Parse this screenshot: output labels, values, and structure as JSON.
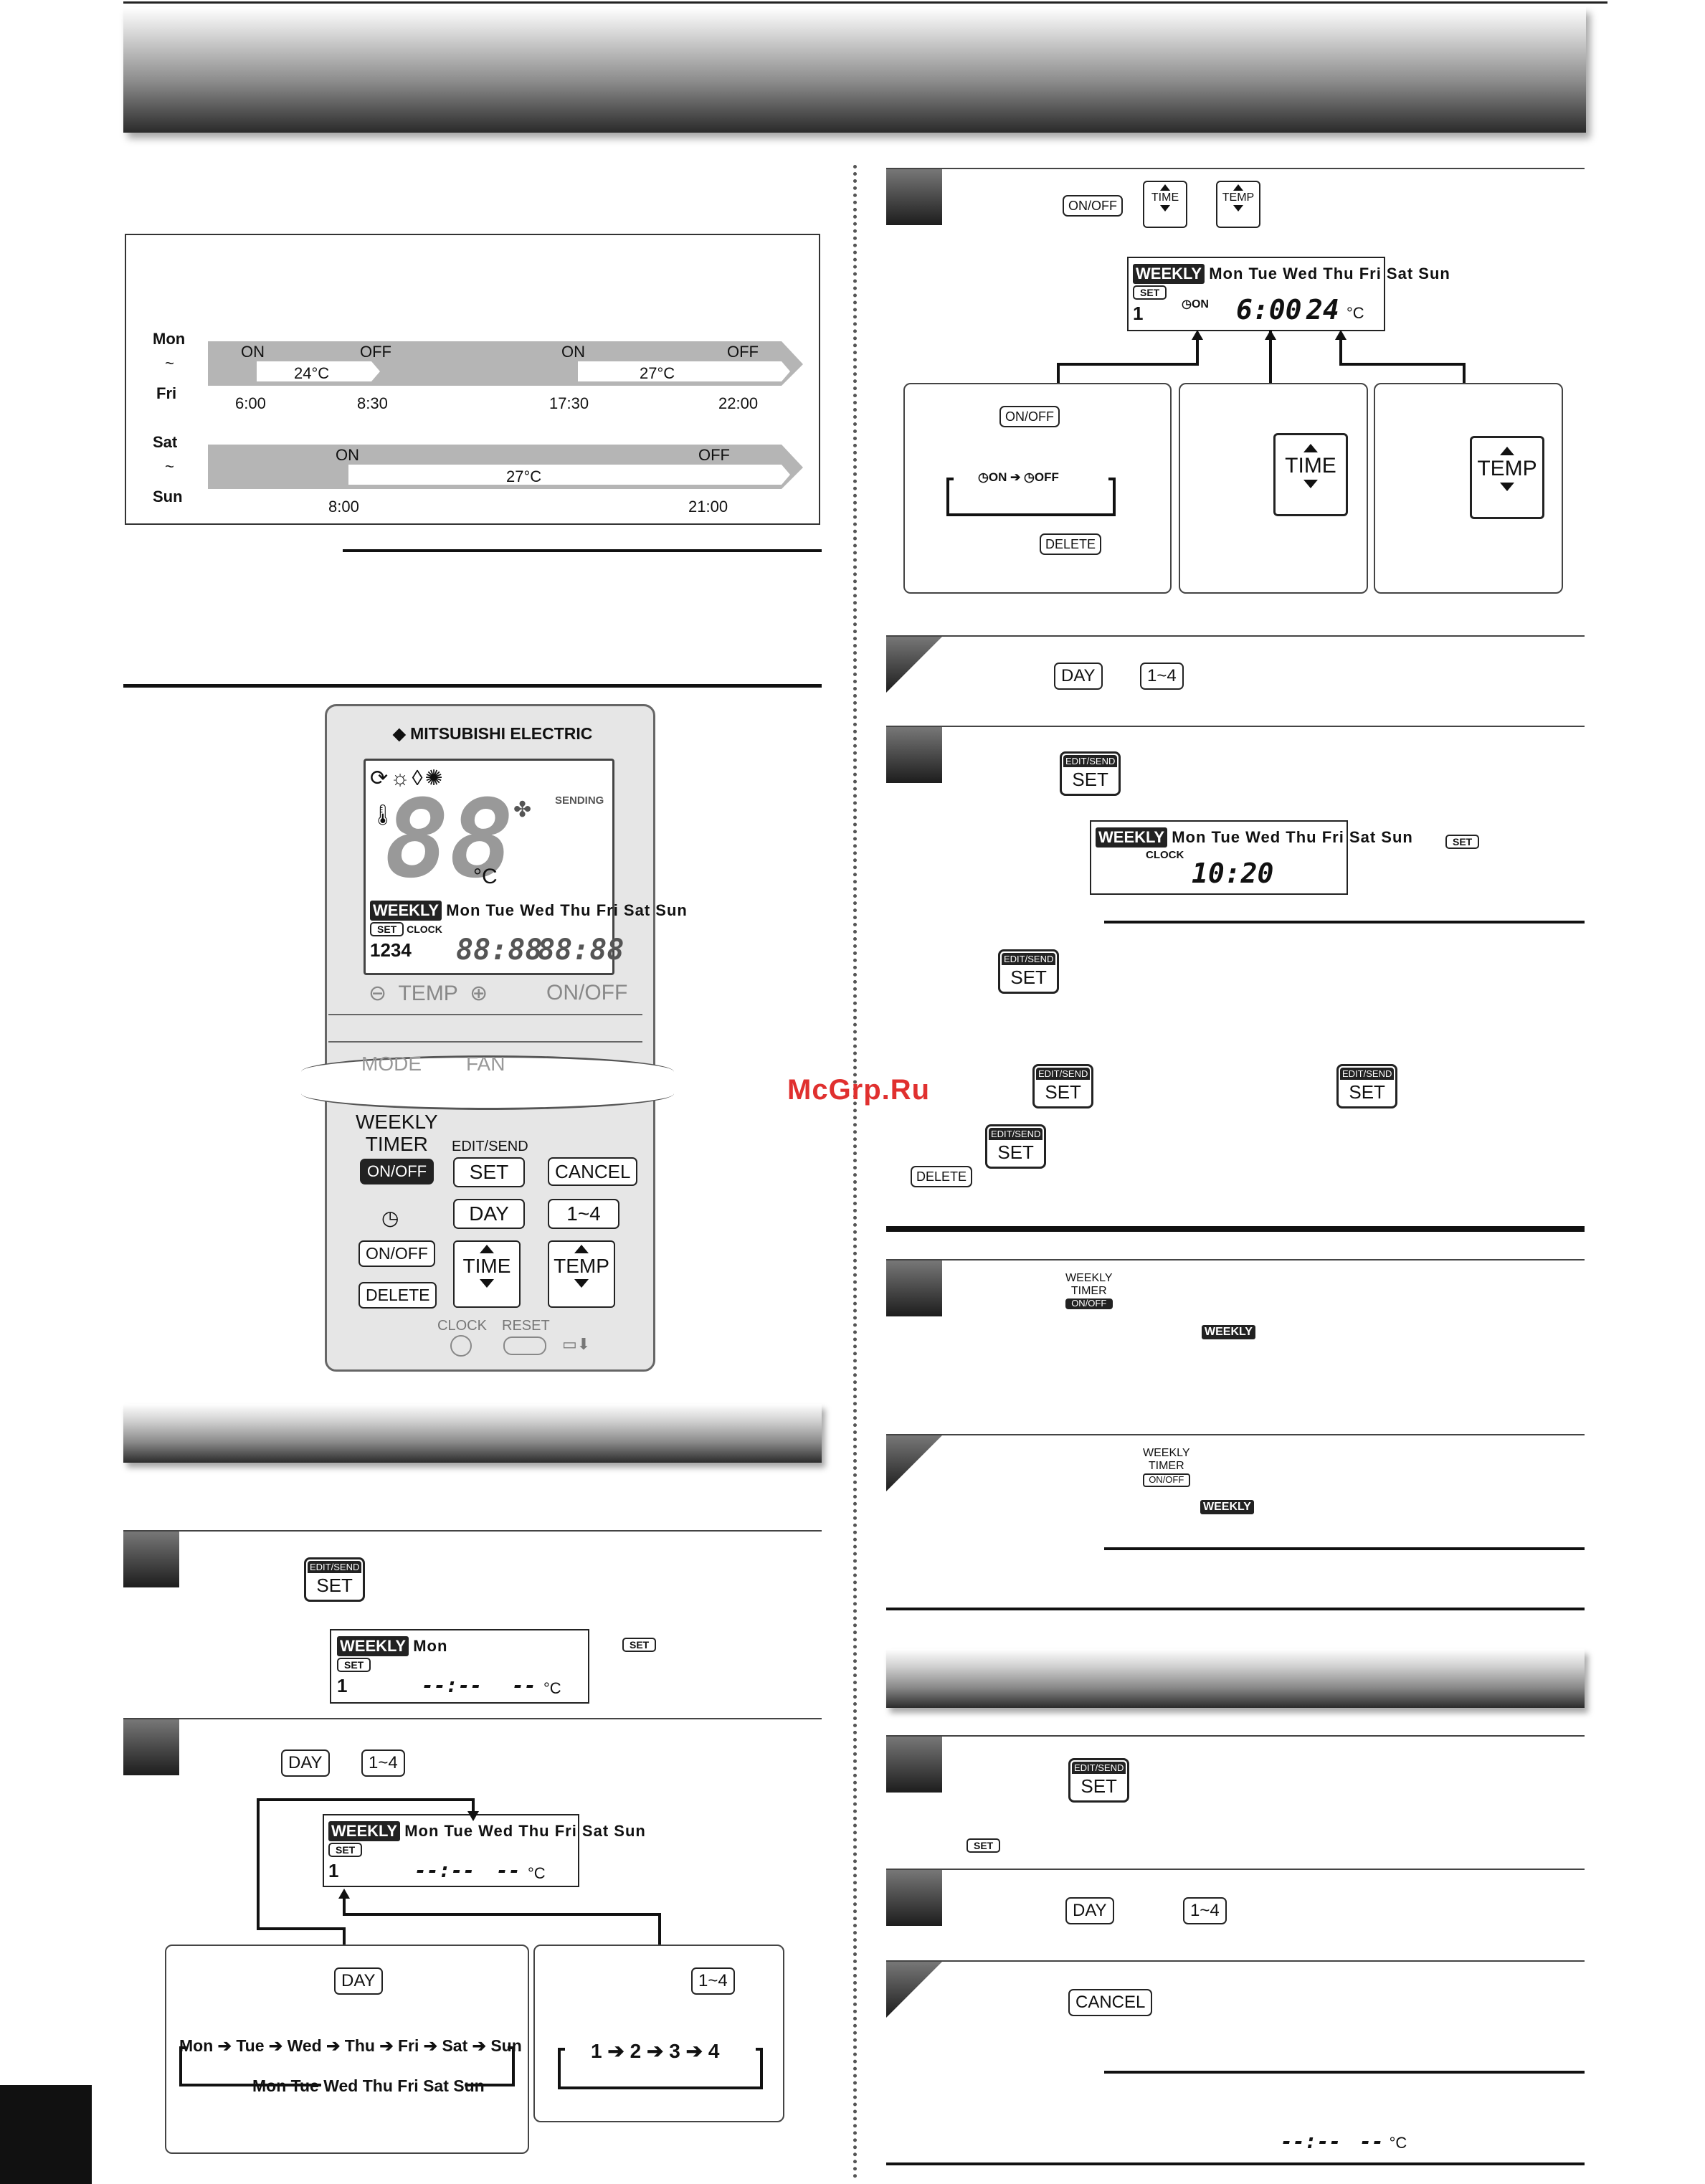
{
  "schedule": {
    "weekday_label_top": "Mon",
    "weekday_label_mid": "~",
    "weekday_label_bot": "Fri",
    "weekend_label_top": "Sat",
    "weekend_label_mid": "~",
    "weekend_label_bot": "Sun",
    "wd_on1": "ON",
    "wd_off1": "OFF",
    "wd_on2": "ON",
    "wd_off2": "OFF",
    "wd_temp1": "24°C",
    "wd_temp2": "27°C",
    "wd_t1": "6:00",
    "wd_t2": "8:30",
    "wd_t3": "17:30",
    "wd_t4": "22:00",
    "we_on": "ON",
    "we_off": "OFF",
    "we_temp": "27°C",
    "we_t1": "8:00",
    "we_t2": "21:00"
  },
  "remote": {
    "brand": "MITSUBISHI ELECTRIC",
    "temp_big": "88",
    "unit": "°C",
    "sending": "SENDING",
    "weekly": "WEEKLY",
    "days": "Mon Tue Wed Thu Fri Sat Sun",
    "set": "SET",
    "clock": "CLOCK",
    "on": "ON",
    "off": "OFF",
    "nums": "1234",
    "time_seg": "88:88",
    "temp_minus": "⊖",
    "temp_label": "TEMP",
    "temp_plus": "⊕",
    "onoff_label": "ON/OFF",
    "mode": "MODE",
    "fan": "FAN",
    "weekly_timer_1": "WEEKLY",
    "weekly_timer_2": "TIMER",
    "onoff_btn": "ON/OFF",
    "edit_send": "EDIT/SEND",
    "set_btn": "SET",
    "cancel_btn": "CANCEL",
    "day_btn": "DAY",
    "range_btn": "1~4",
    "onoff_small": "ON/OFF",
    "delete_btn": "DELETE",
    "time_btn": "TIME",
    "temp_btn": "TEMP",
    "clock_lbl": "CLOCK",
    "reset_lbl": "RESET"
  },
  "keys": {
    "onoff": "ON/OFF",
    "time": "TIME",
    "temp": "TEMP",
    "day": "DAY",
    "range": "1~4",
    "edit_send": "EDIT/SEND",
    "set": "SET",
    "delete": "DELETE",
    "cancel": "CANCEL",
    "weekly": "WEEKLY",
    "timer": "TIMER"
  },
  "lcd": {
    "weekly": "WEEKLY",
    "days_full": "Mon Tue Wed Thu Fri Sat Sun",
    "mon": "Mon",
    "set": "SET",
    "one": "1",
    "on": "ON",
    "clock": "CLOCK",
    "time1": "6:00",
    "temp1": "24",
    "unit": "°C",
    "clock_time": "10:20",
    "blank_time": "--:--",
    "blank_temp": "--",
    "blank_unit": "°C"
  },
  "cycles": {
    "on_label": "ON",
    "off_label": "OFF",
    "day_seq": [
      "Mon",
      "Tue",
      "Wed",
      "Thu",
      "Fri",
      "Sat",
      "Sun"
    ],
    "day_return": "Mon Tue Wed Thu Fri Sat Sun",
    "num_seq": [
      "1",
      "2",
      "3",
      "4"
    ]
  },
  "watermark": "McGrp.Ru"
}
